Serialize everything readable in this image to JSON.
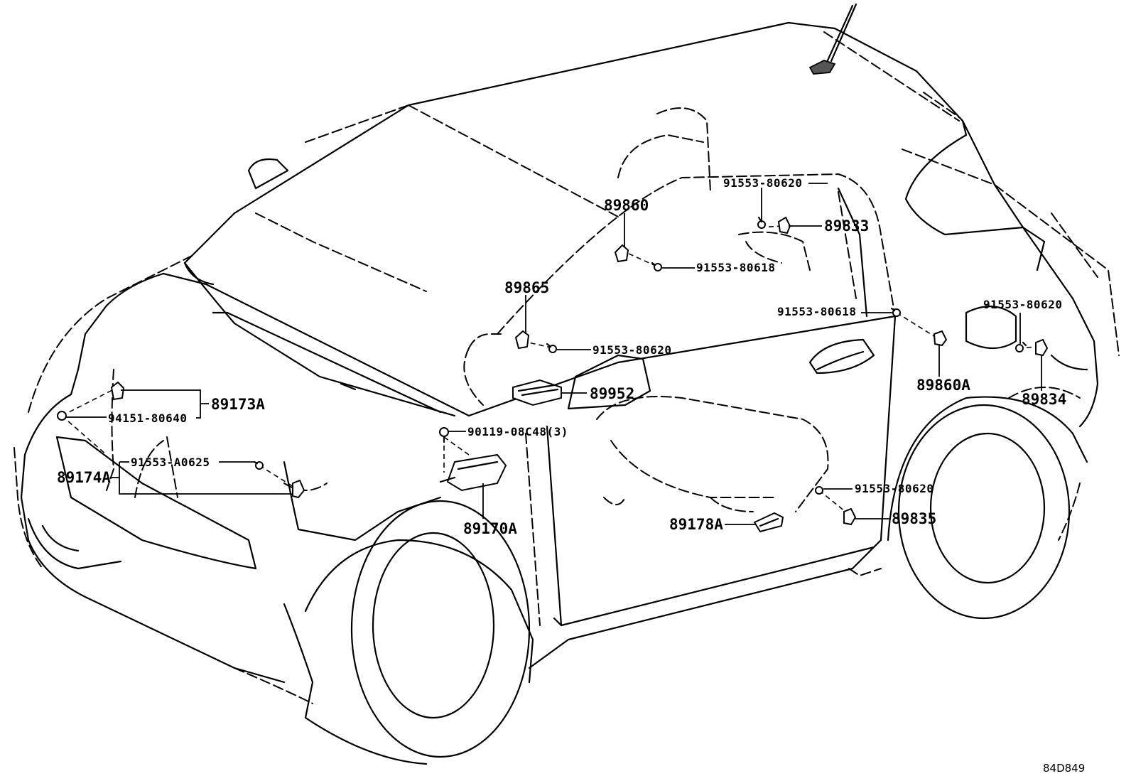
{
  "diagram_ref": "84D849",
  "labels": {
    "p89860": "89860",
    "p89833": "89833",
    "p91553_80620_top": "91553-80620",
    "p91553_80618_a": "91553-80618",
    "p89865": "89865",
    "p91553_80618_b": "91553-80618",
    "p91553_80620_right": "91553-80620",
    "p91553_80620_mid": "91553-80620",
    "p89952": "89952",
    "p89173A": "89173A",
    "p94151_80640": "94151-80640",
    "p90119_08C48": "90119-08C48(3)",
    "p89860A": "89860A",
    "p89834": "89834",
    "p91553_A0625": "91553-A0625",
    "p89174A": "89174A",
    "p91553_80620_low": "91553-80620",
    "p89170A": "89170A",
    "p89178A": "89178A",
    "p89835": "89835"
  }
}
